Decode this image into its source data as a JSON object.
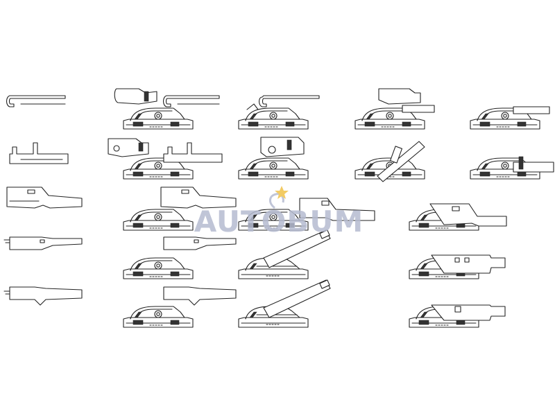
{
  "watermark": {
    "text": "AUTOBUM",
    "color": "#b6bcd1",
    "accent_color": "#f0c24a",
    "icon": "wrench-star-logo"
  },
  "colors": {
    "line": "#222222",
    "background": "#ffffff"
  },
  "adapters": [
    {
      "id": "hook-adapter",
      "type": "hook"
    },
    {
      "id": "hook-adapter-mounted",
      "type": "hook-mounted"
    },
    {
      "id": "hook-adapter-mounted-alt",
      "type": "hook-mounted-alt"
    },
    {
      "id": "latch-adapter-mounted",
      "type": "latch-mounted"
    },
    {
      "id": "sidelock-adapter-mounted",
      "type": "sidelock-mounted"
    },
    {
      "id": "pin-adapter",
      "type": "pin"
    },
    {
      "id": "pin-adapter-mounted",
      "type": "pin-mounted"
    },
    {
      "id": "clip-adapter-mounted",
      "type": "clip-mounted"
    },
    {
      "id": "angled-arm-adapter-mounted",
      "type": "angled-mounted"
    },
    {
      "id": "side-pin-adapter-mounted",
      "type": "side-pin-mounted"
    },
    {
      "id": "slot-arm-adapter",
      "type": "slot-arm"
    },
    {
      "id": "slot-arm-adapter-mounted",
      "type": "slot-arm-mounted"
    },
    {
      "id": "wide-arm-adapter-mounted",
      "type": "wide-arm-mounted"
    },
    {
      "id": "flat-arm-adapter-mounted",
      "type": "flat-arm-mounted"
    },
    {
      "id": "bayonet-adapter",
      "type": "bayonet"
    },
    {
      "id": "bayonet-adapter-mounted",
      "type": "bayonet-mounted"
    },
    {
      "id": "tilt-arm-adapter-mounted",
      "type": "tilt-mounted"
    },
    {
      "id": "square-arm-adapter-mounted",
      "type": "square-mounted"
    },
    {
      "id": "side-mount-adapter",
      "type": "side-mount"
    },
    {
      "id": "side-mount-adapter-mounted",
      "type": "side-mount-mounted"
    },
    {
      "id": "tilt-arm-long-adapter-mounted",
      "type": "tilt-long-mounted"
    },
    {
      "id": "square-arm-alt-adapter-mounted",
      "type": "square-alt-mounted"
    }
  ]
}
